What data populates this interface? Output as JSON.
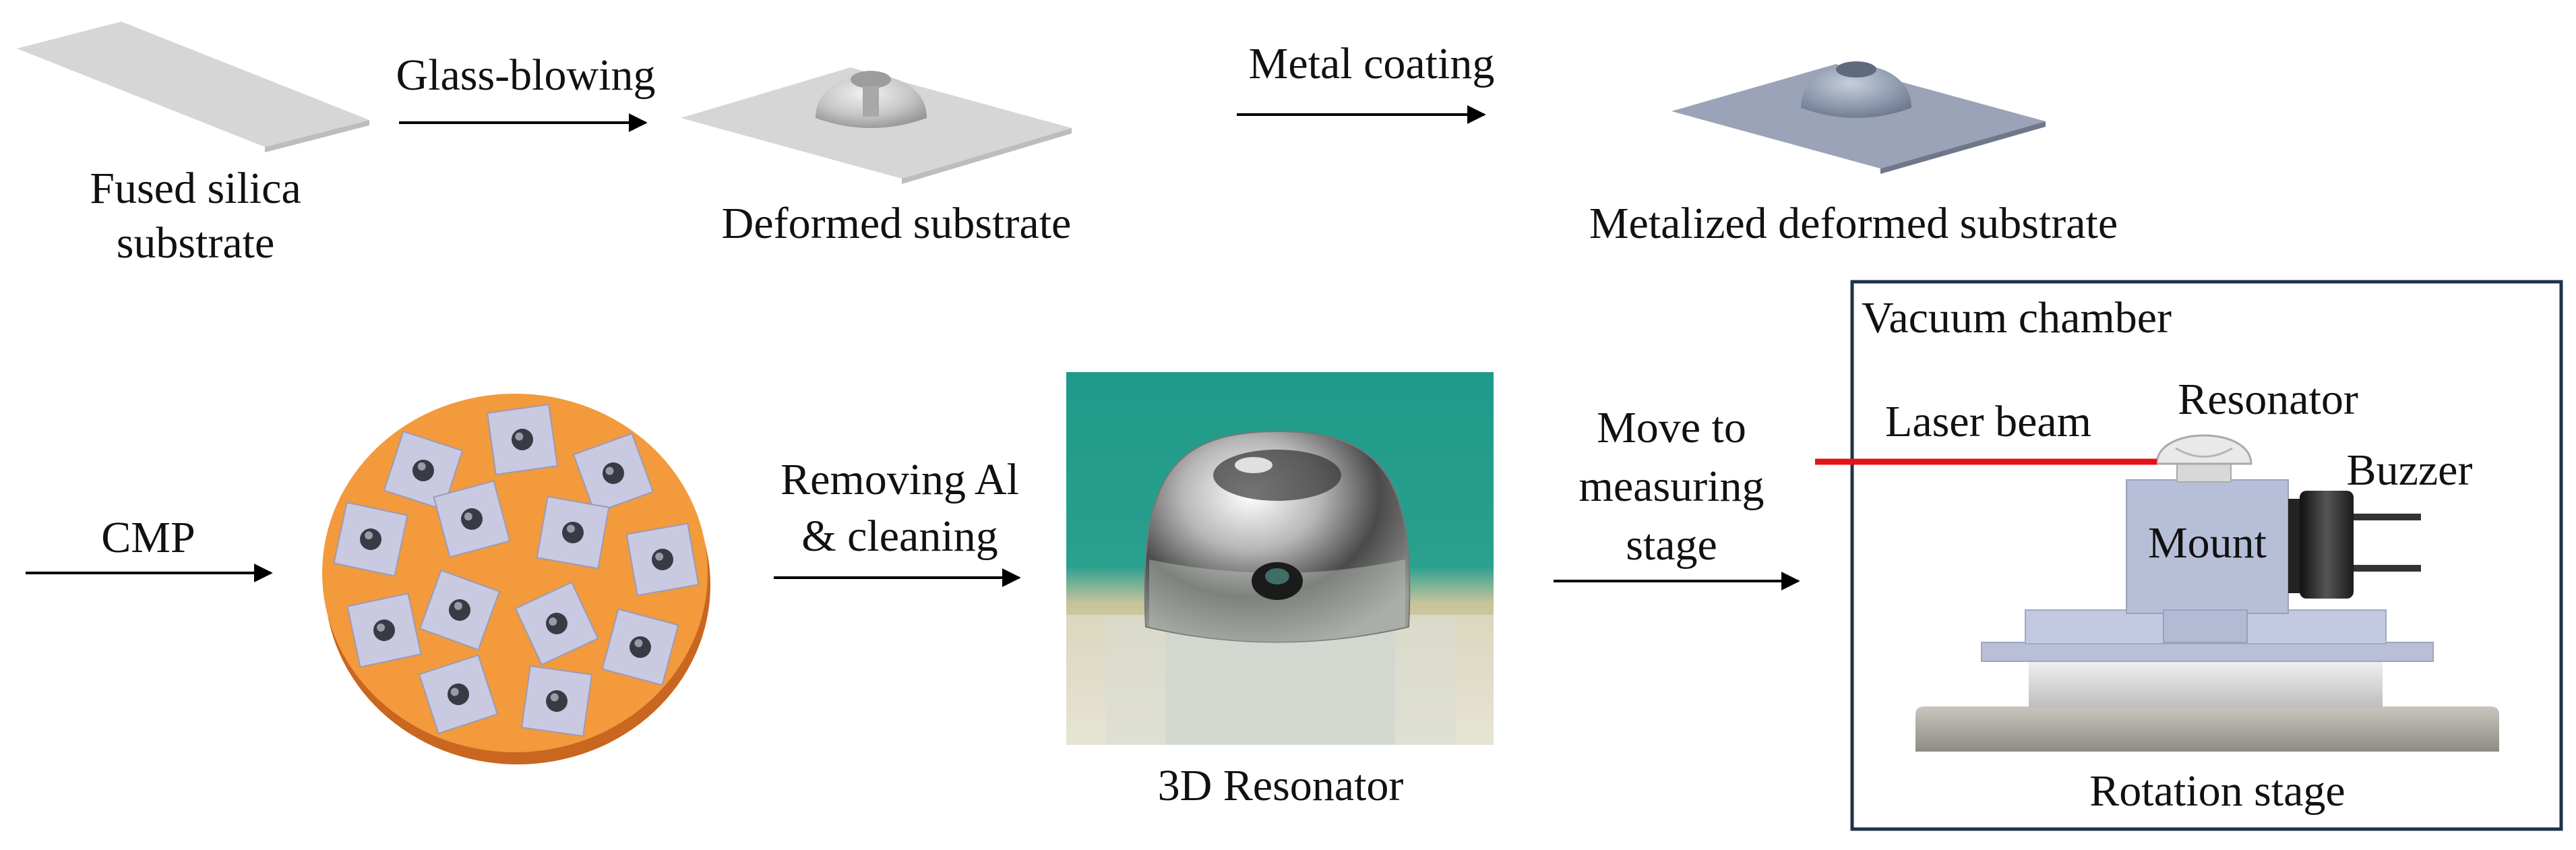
{
  "labels": {
    "fused_silica": "Fused silica substrate",
    "deformed": "Deformed substrate",
    "metalized": "Metalized deformed substrate",
    "resonator_3d": "3D Resonator",
    "vacuum_chamber": "Vacuum chamber",
    "laser_beam": "Laser beam",
    "resonator": "Resonator",
    "buzzer": "Buzzer",
    "mount": "Mount",
    "rotation_stage": "Rotation stage"
  },
  "steps": {
    "glass_blowing": "Glass-blowing",
    "metal_coating": "Metal coating",
    "cmp": "CMP",
    "removing_al_1": "Removing Al",
    "removing_al_2": "& cleaning",
    "move_1": "Move to",
    "move_2": "measuring",
    "move_3": "stage"
  },
  "colors": {
    "silica": "#d4d4d4",
    "metal": "#9aa5b9",
    "wafer": "#f29a3c",
    "die": "#c8c8e0",
    "laser": "#e5121a",
    "chamber_border": "#1f3347",
    "mount": "#b7bfd8",
    "buzzer": "#2a2a2a",
    "stage": "#b0aca6",
    "photo_bg": "#239a8a"
  }
}
